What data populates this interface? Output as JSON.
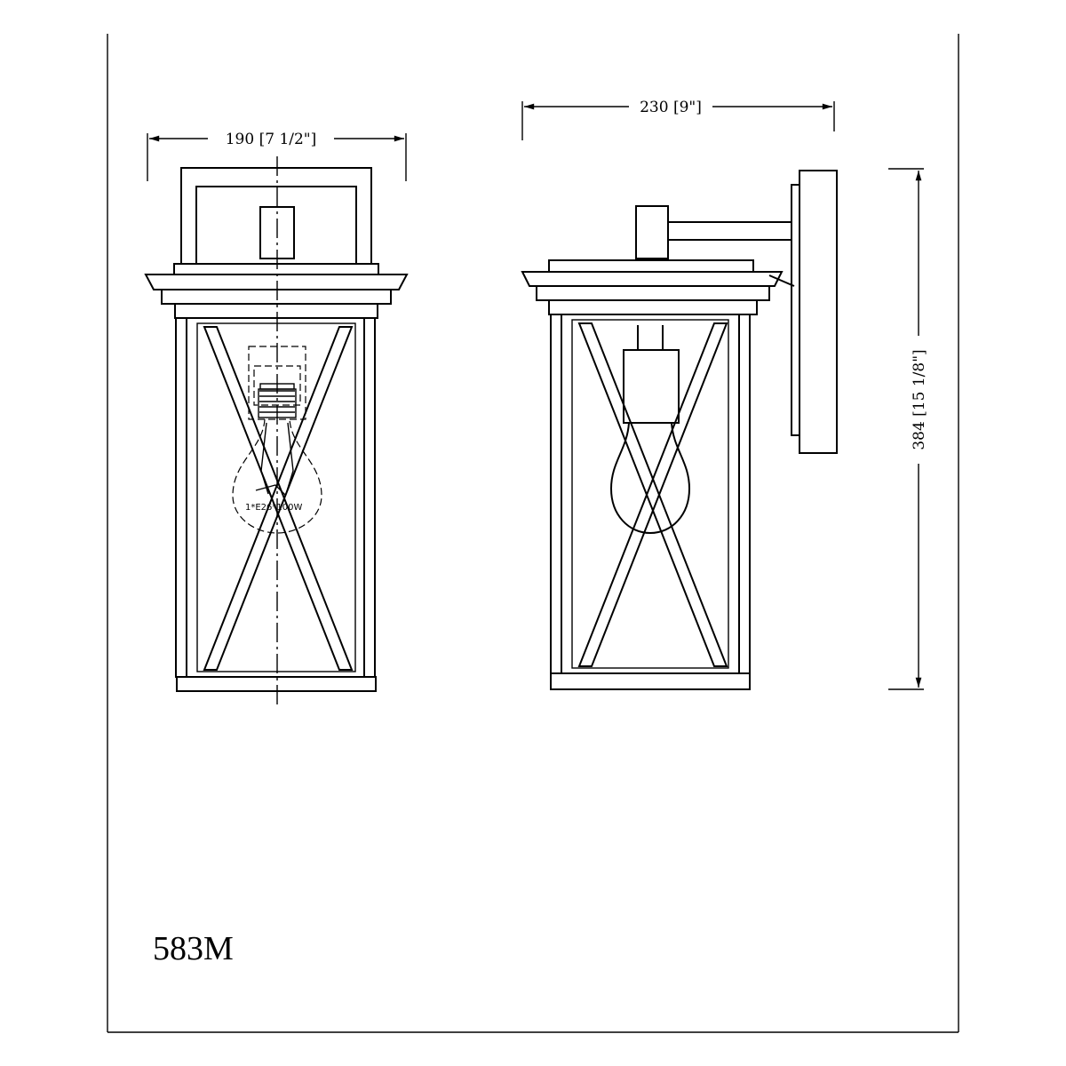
{
  "dimensions": {
    "width_front": "190 [7 1/2\"]",
    "width_side": "230 [9\"]",
    "height": "384 [15 1/8\"]"
  },
  "bulb_label": "1*E26*100W",
  "model_number": "583M"
}
